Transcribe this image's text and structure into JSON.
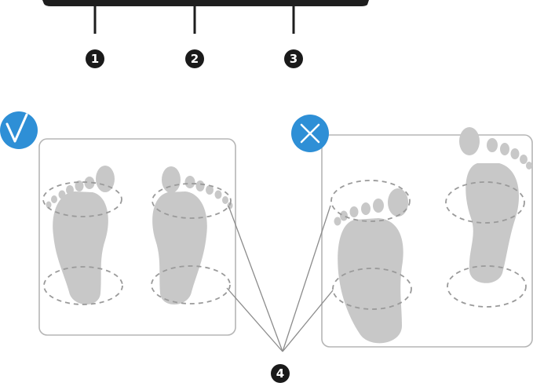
{
  "callouts": [
    {
      "label": "1"
    },
    {
      "label": "2"
    },
    {
      "label": "3"
    },
    {
      "label": "4"
    }
  ],
  "badges": {
    "correct": {
      "icon": "check-icon",
      "color": "#2e8fd6"
    },
    "incorrect": {
      "icon": "x-icon",
      "color": "#2e8fd6"
    }
  },
  "colors": {
    "foot": "#c8c8c8",
    "outline": "#9a9a9a",
    "panel_border": "#b5b5b5",
    "badge": "#2e8fd6",
    "callout": "#1a1a1a"
  }
}
